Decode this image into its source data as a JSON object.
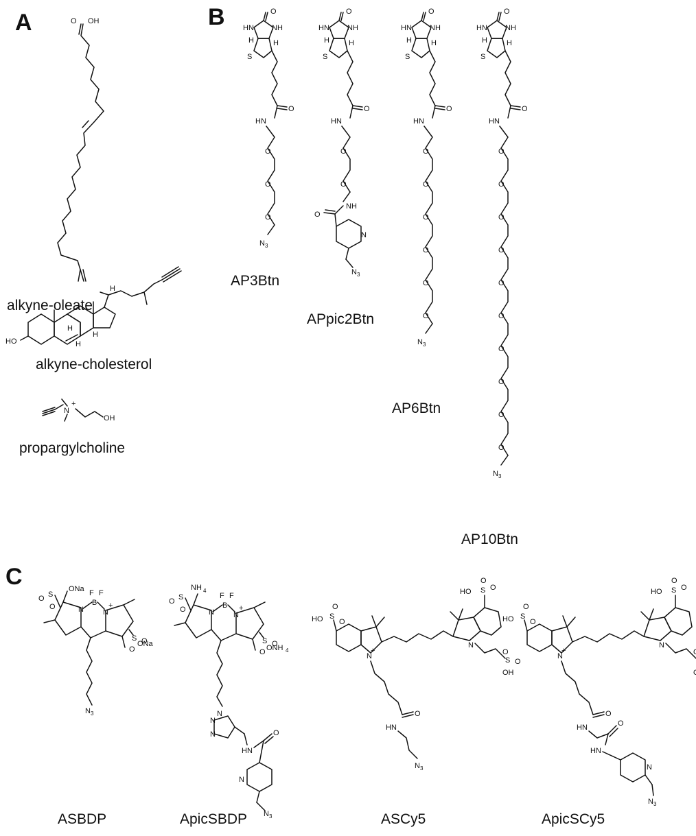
{
  "panels": {
    "a": {
      "letter": "A",
      "compounds": [
        {
          "name": "alkyne-oleate",
          "atoms": [
            "O",
            "OH"
          ]
        },
        {
          "name": "alkyne-cholesterol",
          "atoms": [
            "HO",
            "H",
            "H",
            "H",
            "H"
          ]
        },
        {
          "name": "propargylcholine",
          "atoms": [
            "N",
            "+",
            "OH"
          ]
        }
      ]
    },
    "b": {
      "letter": "B",
      "compounds": [
        {
          "name": "AP3Btn"
        },
        {
          "name": "APpic2Btn"
        },
        {
          "name": "AP6Btn"
        },
        {
          "name": "AP10Btn"
        }
      ],
      "atoms": {
        "hn": "HN",
        "nh": "NH",
        "s": "S",
        "h": "H",
        "o": "O",
        "n": "N",
        "n3": "N",
        "n3_sub": "3"
      }
    },
    "c": {
      "letter": "C",
      "compounds": [
        {
          "name": "ASBDP"
        },
        {
          "name": "ApicSBDP"
        },
        {
          "name": "ASCy5"
        },
        {
          "name": "ApicSCy5"
        }
      ],
      "atoms": {
        "ona": "ONa",
        "onh4": "ONH",
        "nh4": "NH",
        "four": "4",
        "b": "B",
        "f": "F",
        "n": "N",
        "plus": "+",
        "s": "S",
        "o": "O",
        "ho": "HO",
        "oh": "OH",
        "hn": "HN",
        "nh": "NH",
        "n3": "N",
        "n3_sub": "3"
      }
    }
  }
}
